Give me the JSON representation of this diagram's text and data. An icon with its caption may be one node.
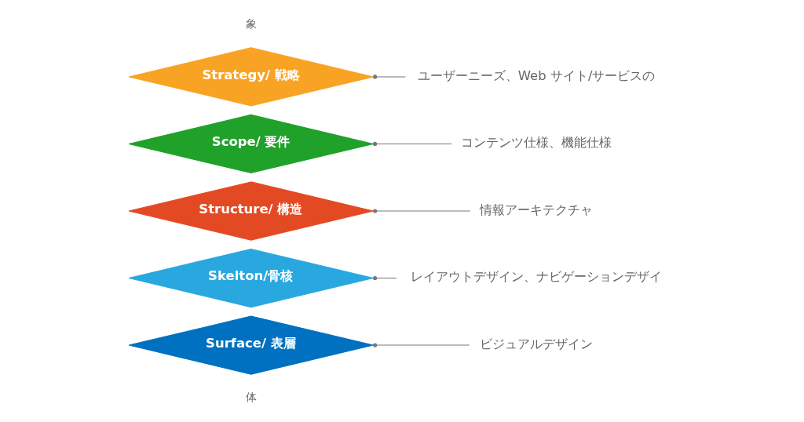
{
  "diagram": {
    "nodes": [
      {
        "text": [
          "Surface/ 表層"
        ]
      },
      {
        "text": [
          "ビジュアルデザイン"
        ]
      },
      {
        "text": [
          "Skelton/骨核"
        ]
      },
      {
        "text": [
          "レイアウトデザイン、ナビゲーションデザイ"
        ]
      },
      {
        "text": [
          "Structure/ 構造"
        ]
      },
      {
        "text": [
          "情報アーキテクチャ"
        ]
      },
      {
        "text": [
          "Scope/ 要件"
        ]
      },
      {
        "text": [
          "コンテンツ仕様、機能仕様"
        ]
      },
      {
        "text": [
          "Strategy/ 戦略"
        ]
      },
      {
        "text": [
          "ユーザーニーズ、Web サイト/サービスの"
        ]
      }
    ],
    "edges": [
      {
        "from": 0,
        "to": 1,
        "arrow": "other"
      },
      {
        "from": 2,
        "to": 3,
        "arrow": "other"
      },
      {
        "from": 4,
        "to": 5,
        "arrow": "other"
      },
      {
        "from": 6,
        "to": 7,
        "arrow": "other"
      },
      {
        "from": 8,
        "to": 9,
        "arrow": "other"
      }
    ],
    "labels": [
      "体",
      "象"
    ]
  }
}
